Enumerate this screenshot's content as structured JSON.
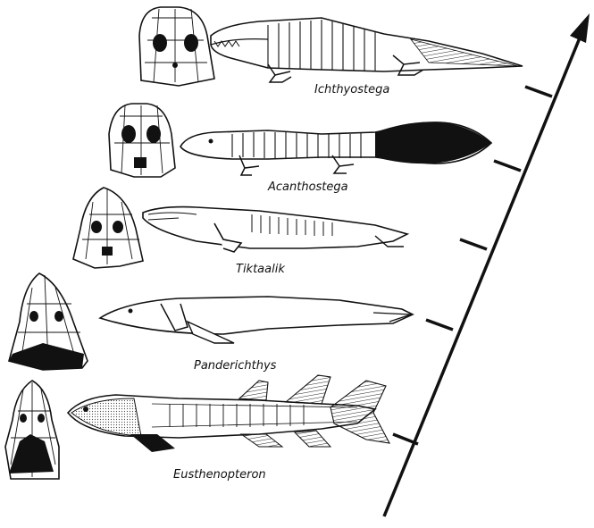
{
  "taxa": [
    {
      "id": "ichthyostega",
      "name": "Ichthyostega"
    },
    {
      "id": "acanthostega",
      "name": "Acanthostega"
    },
    {
      "id": "tiktaalik",
      "name": "Tiktaalik"
    },
    {
      "id": "panderichthys",
      "name": "Panderichthys"
    },
    {
      "id": "eusthenopteron",
      "name": "Eusthenopteron"
    }
  ],
  "colors": {
    "ink": "#111111",
    "paper": "#ffffff",
    "shade": "#cfcfcf"
  }
}
